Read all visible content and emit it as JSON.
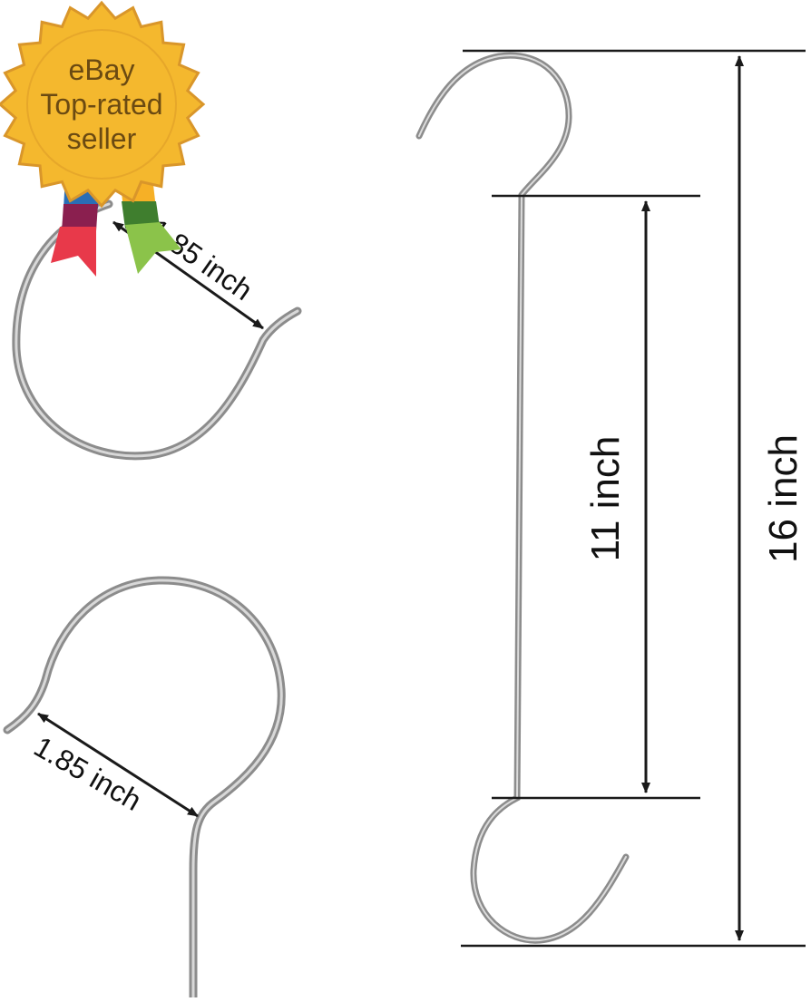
{
  "badge": {
    "line1": "eBay",
    "line2": "Top-rated",
    "line3": "seller",
    "colors": {
      "seal_fill": "#F4B82E",
      "seal_stroke": "#D9962A",
      "text": "#6B4A12",
      "ribbon_blue": "#2A6DB5",
      "ribbon_red": "#E8394A",
      "ribbon_maroon": "#8A1F4F",
      "ribbon_yellow": "#F6B026",
      "ribbon_green_dark": "#3F7E2E",
      "ribbon_green_light": "#8BC34A"
    }
  },
  "hook_detail_top": {
    "dimension_label": "1.85 inch"
  },
  "hook_detail_bottom": {
    "dimension_label": "1.85 inch"
  },
  "full_hook": {
    "inner_dimension_label": "11 inch",
    "overall_dimension_label": "16 inch"
  },
  "colors": {
    "wire": "#8C8C8C",
    "wire_highlight": "#D8D8D8",
    "dimension_line": "#1A1A1A",
    "label_text": "#111111",
    "background": "#FFFFFF"
  }
}
